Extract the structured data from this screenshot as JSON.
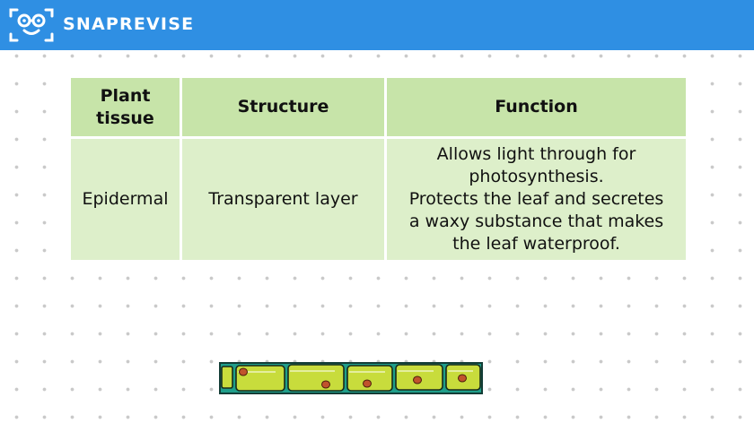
{
  "header": {
    "brand": "SNAPREVISE",
    "logo_icon": "mascot-face-icon",
    "color": "#2f8fe3"
  },
  "table": {
    "columns": [
      {
        "lines": [
          "Plant",
          "tissue"
        ]
      },
      {
        "lines": [
          "Structure"
        ]
      },
      {
        "lines": [
          "Function"
        ]
      }
    ],
    "rows": [
      {
        "tissue": [
          "Epidermal"
        ],
        "structure": [
          "Transparent layer"
        ],
        "function": [
          "Allows light through for",
          "photosynthesis.",
          "Protects the leaf and secretes",
          "a waxy substance that makes",
          "the leaf waterproof."
        ]
      }
    ],
    "header_color": "#c7e4a9",
    "cell_color": "#ddefca"
  },
  "illustration": {
    "icon": "epidermal-cell-layer-icon",
    "cell_color": "#c8dc3c",
    "membrane_color": "#1f9e8a",
    "nucleus_color": "#c0532c"
  }
}
